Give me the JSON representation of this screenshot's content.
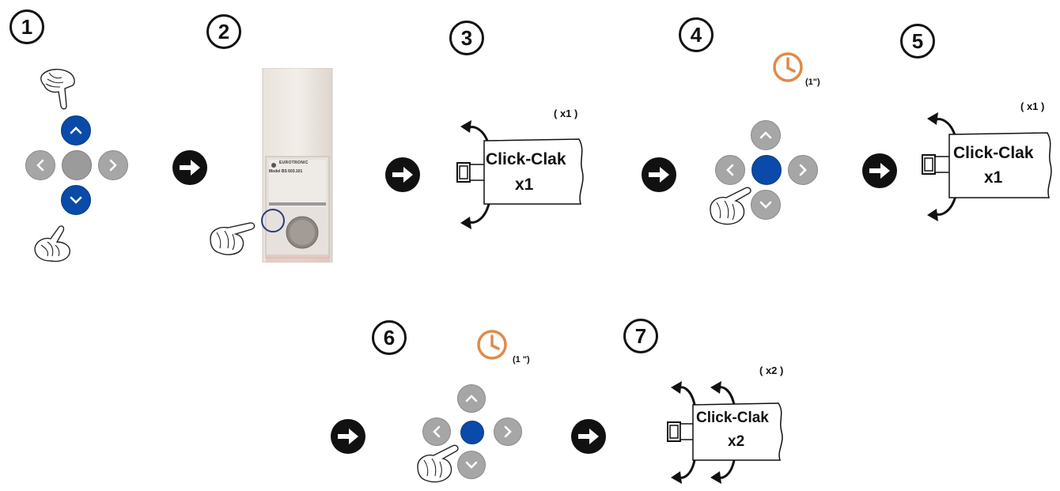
{
  "steps": [
    "1",
    "2",
    "3",
    "4",
    "5",
    "6",
    "7"
  ],
  "labels": {
    "count3": "( x1 )",
    "count5": "( x1 )",
    "count7": "( x2 )",
    "time4": "(1\")",
    "time6": "(1 \")"
  },
  "cards": {
    "c3": {
      "title": "Click-Clak",
      "count": "x1"
    },
    "c5": {
      "title": "Click-Clak",
      "count": "x1"
    },
    "c7": {
      "title": "Click-Clak",
      "count": "x2"
    }
  },
  "remote_label": {
    "brand": "EUROTRONIC",
    "model": "Model BS 603.101"
  },
  "colors": {
    "blue": "#0a4aa8",
    "gray": "#a6a6a6",
    "clock": "#e08a4a",
    "black": "#111111"
  }
}
